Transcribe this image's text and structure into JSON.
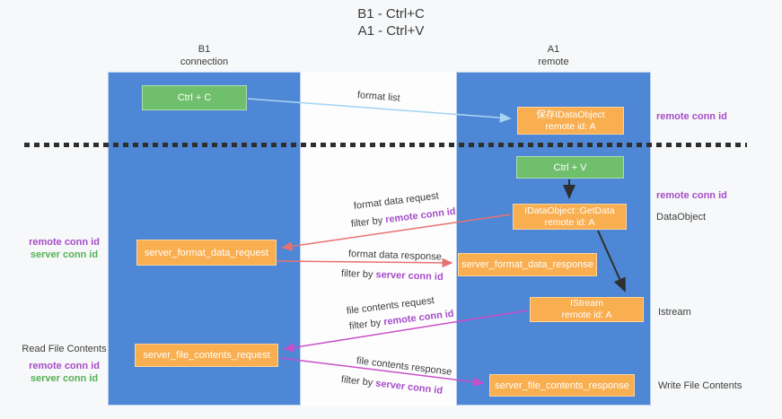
{
  "title": {
    "line1": "B1 - Ctrl+C",
    "line2": "A1 - Ctrl+V"
  },
  "columns": {
    "left": {
      "title": "B1",
      "subtitle": "connection"
    },
    "right": {
      "title": "A1",
      "subtitle": "remote"
    }
  },
  "boxes": {
    "ctrl_c": {
      "label": "Ctrl + C"
    },
    "ctrl_v": {
      "label": "Ctrl + V"
    },
    "save_idataobject": {
      "line1": "保存IDataObject",
      "line2": "remote id: A"
    },
    "getdata": {
      "line1": "IDataObject::GetData",
      "line2": "remote id: A"
    },
    "istream": {
      "line1": "IStream",
      "line2": "remote id: A"
    },
    "server_format_data_request": {
      "label": "server_format_data_request"
    },
    "server_format_data_response": {
      "label": "server_format_data_response"
    },
    "server_file_contents_request": {
      "label": "server_file_contents_request"
    },
    "server_file_contents_response": {
      "label": "server_file_contents_response"
    }
  },
  "arrow_labels": {
    "format_list": "format list",
    "format_data_request": "format data request",
    "format_data_request_filter_prefix": "filter by ",
    "format_data_request_filter_key": "remote conn id",
    "format_data_response": "format data response",
    "format_data_response_filter_prefix": "filter by ",
    "format_data_response_filter_key": "server conn id",
    "file_contents_request": "file contents request",
    "file_contents_request_filter_prefix": "filter by ",
    "file_contents_request_filter_key": "remote conn id",
    "file_contents_response": "file contents response",
    "file_contents_response_filter_prefix": "filter by ",
    "file_contents_response_filter_key": "server conn id"
  },
  "side_labels": {
    "left_top": {
      "remote": "remote conn id",
      "server": "server conn id"
    },
    "left_bottom_title": "Read File Contents",
    "left_bottom": {
      "remote": "remote conn id",
      "server": "server conn id"
    },
    "right": {
      "remote_conn_id_top": "remote conn id",
      "remote_conn_id_mid": "remote conn id",
      "dataobject": "DataObject",
      "istream": "Istream",
      "write_file_contents": "Write File Contents"
    }
  },
  "colors": {
    "column_blue": "#4d87d5",
    "box_orange": "#f9ae4f",
    "box_green": "#6fbf6d",
    "arrow_lightblue": "#a9d5f3",
    "arrow_red": "#e87170",
    "arrow_magenta": "#c94fc9",
    "arrow_black": "#2f2f2f",
    "text_purple": "#a64dc9",
    "text_green": "#53b156"
  }
}
